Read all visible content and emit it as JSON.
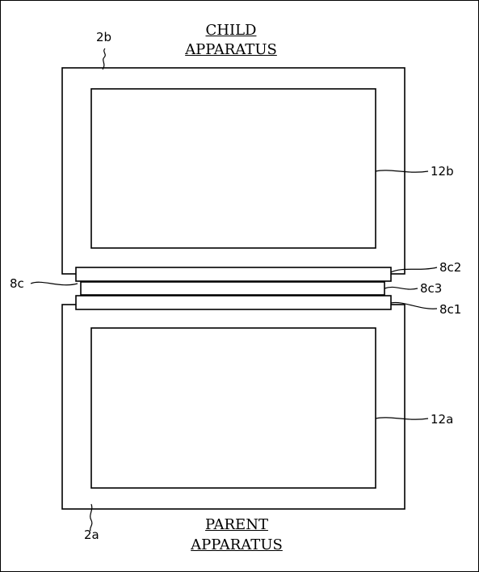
{
  "titles": {
    "child_line1": "CHILD",
    "child_line2": "APPARATUS",
    "parent_line1": "PARENT",
    "parent_line2": "APPARATUS"
  },
  "refs": {
    "child_housing": "2b",
    "parent_housing": "2a",
    "child_display": "12b",
    "parent_display": "12a",
    "hinge": "8c",
    "hinge_upper": "8c2",
    "hinge_middle": "8c3",
    "hinge_lower": "8c1"
  }
}
